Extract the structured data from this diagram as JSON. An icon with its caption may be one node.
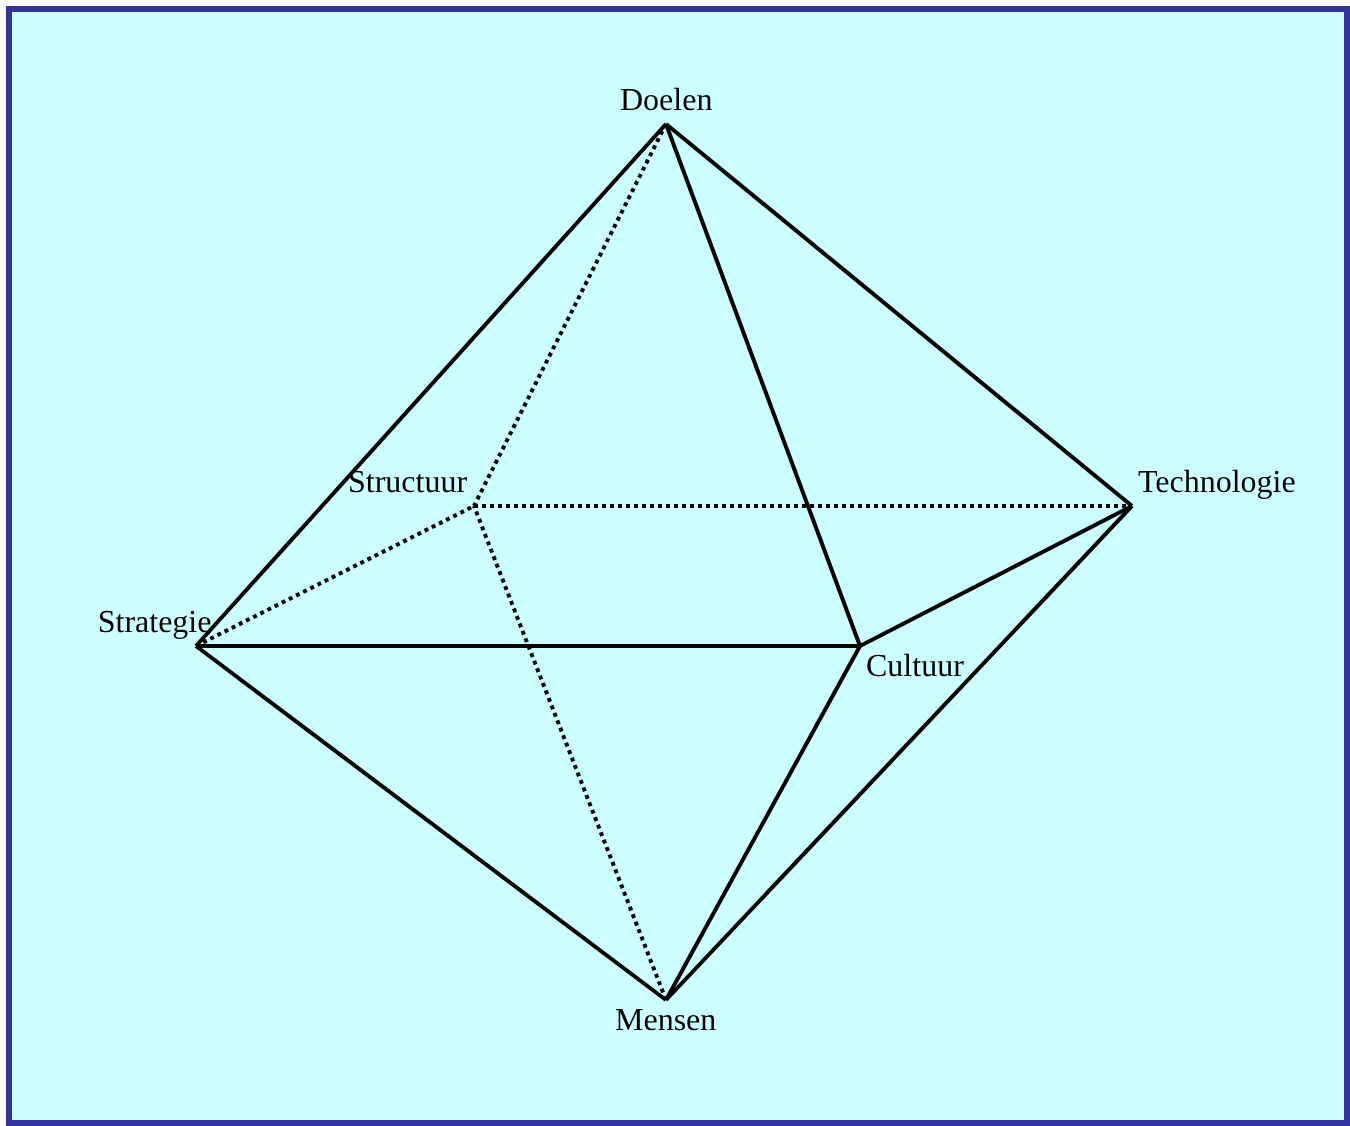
{
  "diagram": {
    "nodes": [
      {
        "text": [
          "Doelen"
        ]
      },
      {
        "text": [
          "Structuur"
        ]
      },
      {
        "text": [
          "Technologie"
        ]
      },
      {
        "text": [
          "Strategie"
        ]
      },
      {
        "text": [
          "Cultuur"
        ]
      },
      {
        "text": [
          "Mensen"
        ]
      }
    ],
    "edges": [
      {
        "from": 0,
        "to": 3,
        "arrow": "none"
      },
      {
        "from": 0,
        "to": 1,
        "arrow": "none",
        "style": "dashed"
      },
      {
        "from": 0,
        "to": 4,
        "arrow": "none"
      },
      {
        "from": 0,
        "to": 2,
        "arrow": "none"
      },
      {
        "from": 3,
        "to": 1,
        "arrow": "none",
        "style": "dashed"
      },
      {
        "from": 1,
        "to": 2,
        "arrow": "none",
        "style": "dashed"
      },
      {
        "from": 3,
        "to": 4,
        "arrow": "none"
      },
      {
        "from": 4,
        "to": 2,
        "arrow": "none"
      },
      {
        "from": 5,
        "to": 3,
        "arrow": "none"
      },
      {
        "from": 5,
        "to": 1,
        "arrow": "none",
        "style": "dashed"
      },
      {
        "from": 5,
        "to": 4,
        "arrow": "none"
      },
      {
        "from": 5,
        "to": 2,
        "arrow": "none"
      }
    ]
  }
}
